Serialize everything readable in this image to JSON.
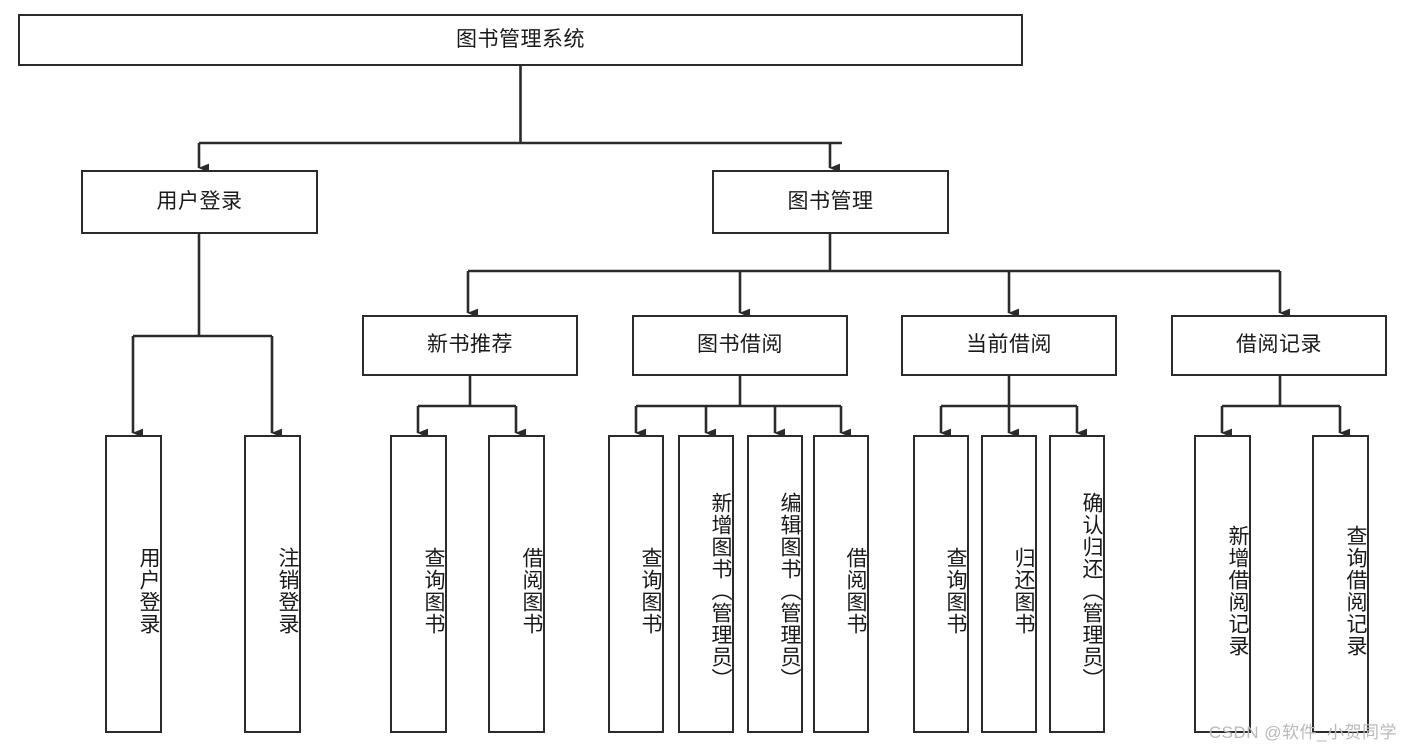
{
  "diagram": {
    "title": "图书管理系统",
    "watermark": "CSDN @软件_小贺同学",
    "colors": {
      "stroke": "#2b2b2b",
      "fill": "#ffffff",
      "text": "#1a1a1a",
      "watermark": "#b9b9b9"
    },
    "nodes": {
      "root": {
        "label": "图书管理系统",
        "orientation": "horizontal"
      },
      "level1": [
        {
          "id": "user-login",
          "label": "用户登录",
          "orientation": "horizontal"
        },
        {
          "id": "book-manage",
          "label": "图书管理",
          "orientation": "horizontal"
        }
      ],
      "level2": [
        {
          "id": "new-book-recommend",
          "label": "新书推荐",
          "orientation": "horizontal"
        },
        {
          "id": "book-borrow",
          "label": "图书借阅",
          "orientation": "horizontal"
        },
        {
          "id": "current-borrow",
          "label": "当前借阅",
          "orientation": "horizontal"
        },
        {
          "id": "borrow-record",
          "label": "借阅记录",
          "orientation": "horizontal"
        }
      ],
      "leaves": [
        {
          "id": "leaf-user-login",
          "label": "用户登录",
          "parent": "user-login",
          "orientation": "vertical"
        },
        {
          "id": "leaf-logout-login",
          "label": "注销登录",
          "parent": "user-login",
          "orientation": "vertical"
        },
        {
          "id": "leaf-query-book-rec",
          "label": "查询图书",
          "parent": "new-book-recommend",
          "orientation": "vertical"
        },
        {
          "id": "leaf-borrow-book-rec",
          "label": "借阅图书",
          "parent": "new-book-recommend",
          "orientation": "vertical"
        },
        {
          "id": "leaf-query-book-borrow",
          "label": "查询图书",
          "parent": "book-borrow",
          "orientation": "vertical"
        },
        {
          "id": "leaf-add-book",
          "label": "新增图书（管理员）",
          "parent": "book-borrow",
          "orientation": "vertical"
        },
        {
          "id": "leaf-edit-book",
          "label": "编辑图书（管理员）",
          "parent": "book-borrow",
          "orientation": "vertical"
        },
        {
          "id": "leaf-borrow-book",
          "label": "借阅图书",
          "parent": "book-borrow",
          "orientation": "vertical"
        },
        {
          "id": "leaf-query-book-current",
          "label": "查询图书",
          "parent": "current-borrow",
          "orientation": "vertical"
        },
        {
          "id": "leaf-return-book",
          "label": "归还图书",
          "parent": "current-borrow",
          "orientation": "vertical"
        },
        {
          "id": "leaf-confirm-return",
          "label": "确认归还（管理员）",
          "parent": "current-borrow",
          "orientation": "vertical"
        },
        {
          "id": "leaf-add-record",
          "label": "新增借阅记录",
          "parent": "borrow-record",
          "orientation": "vertical"
        },
        {
          "id": "leaf-query-record",
          "label": "查询借阅记录",
          "parent": "borrow-record",
          "orientation": "vertical"
        }
      ]
    }
  }
}
